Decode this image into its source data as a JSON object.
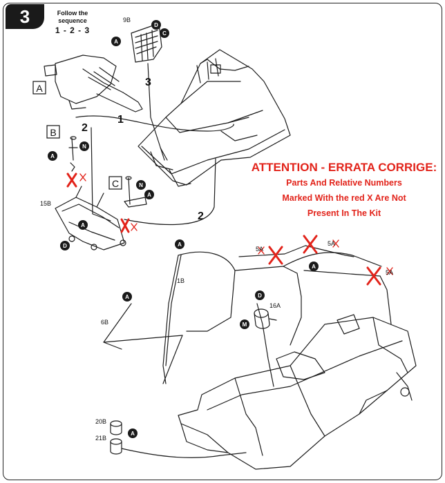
{
  "step": {
    "number": "3"
  },
  "sequence": {
    "line1": "Follow the",
    "line2": "sequence",
    "numbers": "1 - 2 - 3"
  },
  "errata": {
    "title": "ATTENTION - ERRATA CORRIGE:",
    "line2": "Parts And Relative Numbers",
    "line3": "Marked With the red X Are Not",
    "line4": "Present In The Kit"
  },
  "subassemblies": {
    "a": "A",
    "b": "B",
    "c": "C"
  },
  "sequence_arrows": {
    "one": "1",
    "two_upper": "2",
    "two_lower": "2",
    "three": "3"
  },
  "part_numbers": {
    "p9b": "9B",
    "p15b": "15B",
    "p1b": "1B",
    "p6b": "6B",
    "p16a": "16A",
    "p20b": "20B",
    "p21b": "21B",
    "p5a_1": "5A",
    "p5a_2": "5A",
    "p5a_3": "5A"
  },
  "callouts": {
    "A": "A",
    "C": "C",
    "D": "D",
    "N": "N",
    "M": "M"
  },
  "colors": {
    "accent_red": "#e2231a",
    "line": "#1a1a1a",
    "badge": "#1a1a1a"
  }
}
